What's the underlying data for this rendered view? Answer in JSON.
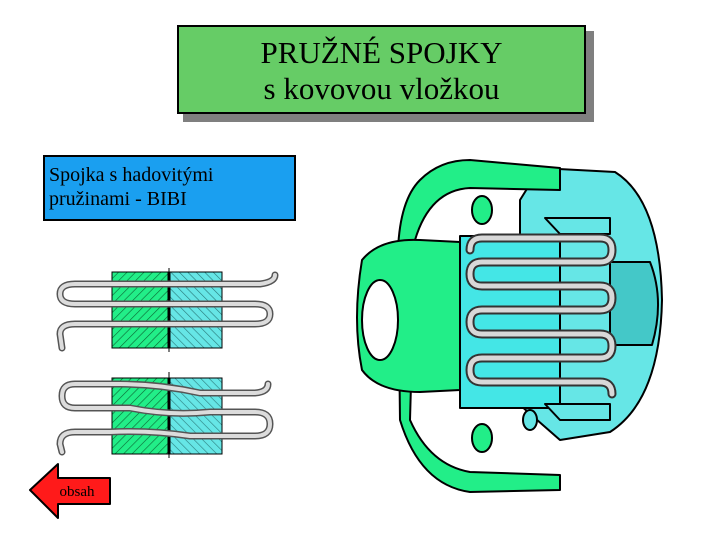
{
  "title": {
    "line1": "PRUŽNÉ SPOJKY",
    "line2": "s kovovou vložkou"
  },
  "caption": {
    "line1": "Spojka s hadovitými",
    "line2": "pružinami - BIBI"
  },
  "back_button": {
    "label": "obsah"
  },
  "colors": {
    "title_bg": "#66cc66",
    "caption_bg": "#1a9ff0",
    "hub_green": "#22ee88",
    "hub_cyan": "#66e6e6",
    "spring_gray": "#cfcfcf",
    "arrow_red": "#ff1a1a"
  }
}
